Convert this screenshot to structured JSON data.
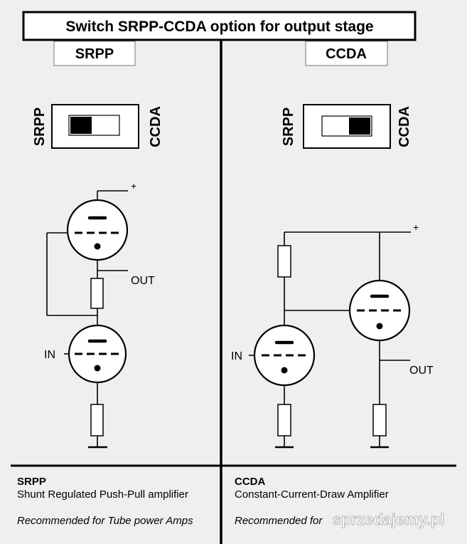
{
  "title": "Switch SRPP-CCDA option for output stage",
  "left": {
    "tab": "SRPP",
    "switch_left_label": "SRPP",
    "switch_right_label": "CCDA",
    "switch_position": "left",
    "plus_label": "+",
    "out_label": "OUT",
    "in_label": "IN",
    "footer_title": "SRPP",
    "footer_desc": "Shunt Regulated Push-Pull amplifier",
    "footer_note": "Recommended for Tube power Amps"
  },
  "right": {
    "tab": "CCDA",
    "switch_left_label": "SRPP",
    "switch_right_label": "CCDA",
    "switch_position": "right",
    "plus_label": "+",
    "out_label": "OUT",
    "in_label": "IN",
    "footer_title": "CCDA",
    "footer_desc": "Constant-Current-Draw Amplifier",
    "footer_note": "Recommended for"
  },
  "watermark": "sprzedajemy.pl"
}
